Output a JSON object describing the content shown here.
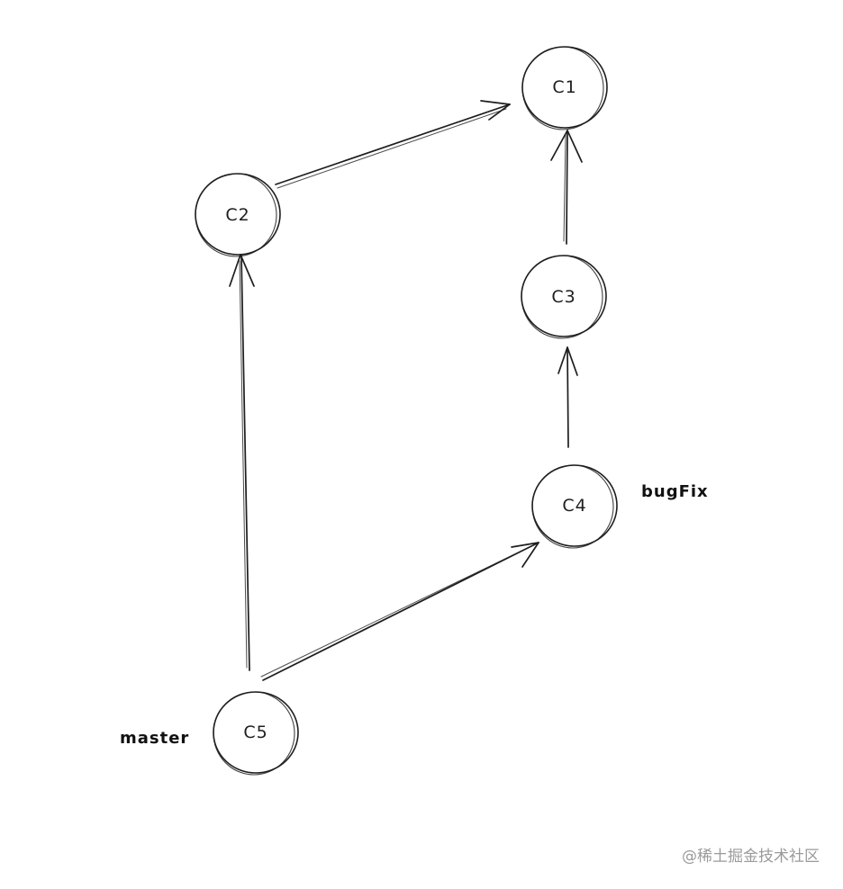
{
  "nodes": {
    "c1": "C1",
    "c2": "C2",
    "c3": "C3",
    "c4": "C4",
    "c5": "C5"
  },
  "branches": {
    "bugfix": "bugFix",
    "master": "master"
  },
  "watermark": "@稀土掘金技术社区",
  "colors": {
    "ink": "#1e1e1e",
    "watermark": "#9a9a9a",
    "background": "#ffffff"
  }
}
